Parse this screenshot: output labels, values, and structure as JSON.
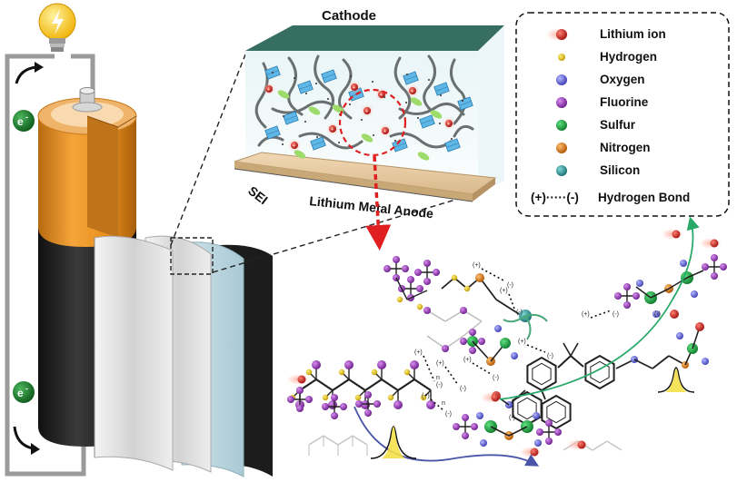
{
  "labels": {
    "cathode": "Cathode",
    "sei": "SEI",
    "anode": "Lithium Metal Anode",
    "electron": "e"
  },
  "legend": {
    "items": [
      {
        "label": "Lithium ion",
        "color": "#c0392b"
      },
      {
        "label": "Hydrogen",
        "color": "#e8c21a"
      },
      {
        "label": "Oxygen",
        "color": "#6a6ad6"
      },
      {
        "label": "Fluorine",
        "color": "#9b2fb5"
      },
      {
        "label": "Sulfur",
        "color": "#22b04a"
      },
      {
        "label": "Nitrogen",
        "color": "#e07a10"
      },
      {
        "label": "Silicon",
        "color": "#2a9a9a"
      }
    ],
    "bond": {
      "symbol": "(+)·····(-)",
      "label": "Hydrogen Bond"
    }
  },
  "colors": {
    "battery_orange": "#e8901c",
    "battery_black": "#1a1a1a",
    "circuit": "#9a9a9a",
    "electron_green": "#1f7a2e",
    "bulb_yellow": "#f4c025",
    "path_green": "#2aaa6a",
    "path_blue": "#4a55aa",
    "zoom_red": "#e02020"
  },
  "charges": {
    "plus": "(+)",
    "minus": "(-)",
    "n": "n"
  }
}
